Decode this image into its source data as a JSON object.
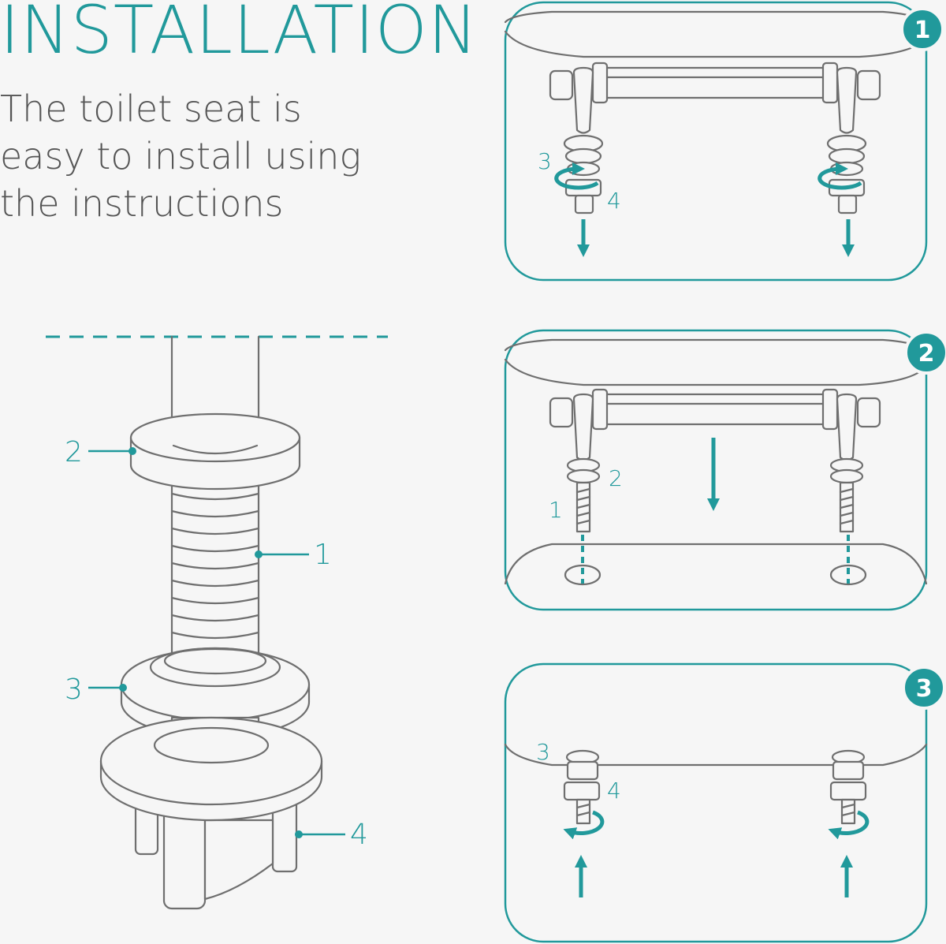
{
  "title": "INSTALLATION",
  "subtitle": "The toilet seat  is easy to install using the instructions",
  "parts": {
    "p1": "1",
    "p2": "2",
    "p3": "3",
    "p4": "4"
  },
  "steps": [
    {
      "number": "1",
      "label_a": "3",
      "label_b": "4"
    },
    {
      "number": "2",
      "label_a": "1",
      "label_b": "2"
    },
    {
      "number": "3",
      "label_a": "3",
      "label_b": "4"
    }
  ],
  "colors": {
    "accent": "#21999b",
    "line": "#6f6f6f",
    "background": "#f6f6f6"
  }
}
